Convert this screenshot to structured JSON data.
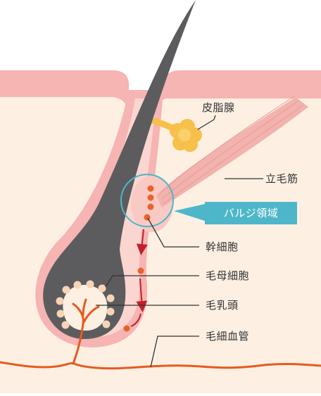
{
  "colors": {
    "skin": "#fdf0e3",
    "epidermis": "#f6b4b2",
    "sheath": "#f9c9c3",
    "hair": "#5c5c5f",
    "capillary": "#e75a1e",
    "dot": "#e7632b",
    "arrow": "#c21f2a",
    "bulge": "#4db7c9",
    "papilla_dot": "#f6d5b6",
    "gland": "#f7c04a",
    "muscle": "#f2b2ae",
    "leader": "#333333"
  },
  "labels": {
    "sebaceous_gland": "皮脂腺",
    "arrector_pili": "立毛筋",
    "bulge_region": "バルジ領域",
    "stem_cell": "幹細胞",
    "matrix_cell": "毛母細胞",
    "dermal_papilla": "毛乳頭",
    "capillary": "毛細血管"
  }
}
